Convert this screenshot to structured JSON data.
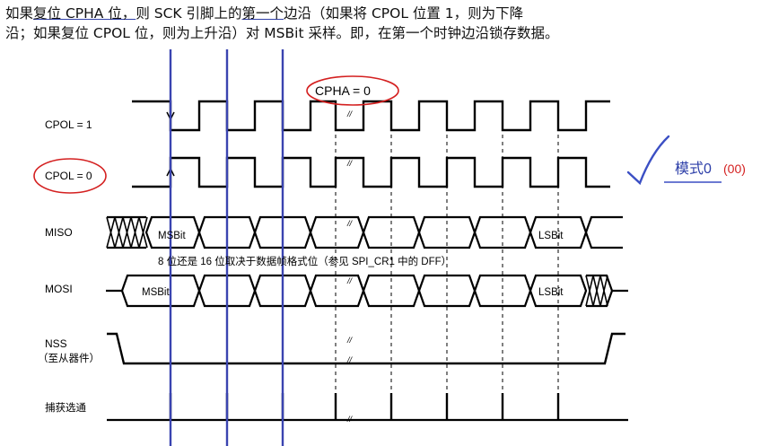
{
  "intro": {
    "line1_a": "如果",
    "line1_u": "复位 CPHA 位，",
    "line1_b": "则 SCK 引脚上的",
    "line1_u2": "第一个",
    "line1_c": "边沿（如果将 CPOL 位置 1，则为下降",
    "line2": "沿；如果复位 CPOL 位，则为上升沿）对 MSBit 采样。即，在第一个时钟边沿锁存数据。"
  },
  "labels": {
    "cpha": "CPHA = 0",
    "cpol1": "CPOL = 1",
    "cpol0": "CPOL = 0",
    "miso": "MISO",
    "mosi": "MOSI",
    "nss": "NSS",
    "nss_sub": "（至从器件）",
    "capture": "捕获选通",
    "msbit": "MSBit",
    "lsbit": "LSBit",
    "frame_note": "8 位还是 16 位取决于数据帧格式位（参见 SPI_CR1 中的 DFF）",
    "break_mark": "//"
  },
  "annotation": {
    "mode_label": "模式0",
    "mode_code": "(00)"
  },
  "colors": {
    "signal": "#000000",
    "marker_line": "#3a44b0",
    "highlight_ellipse": "#d42020",
    "check": "#3b4fc4",
    "mode_label": "#2c3ea8",
    "mode_code": "#d42020"
  }
}
